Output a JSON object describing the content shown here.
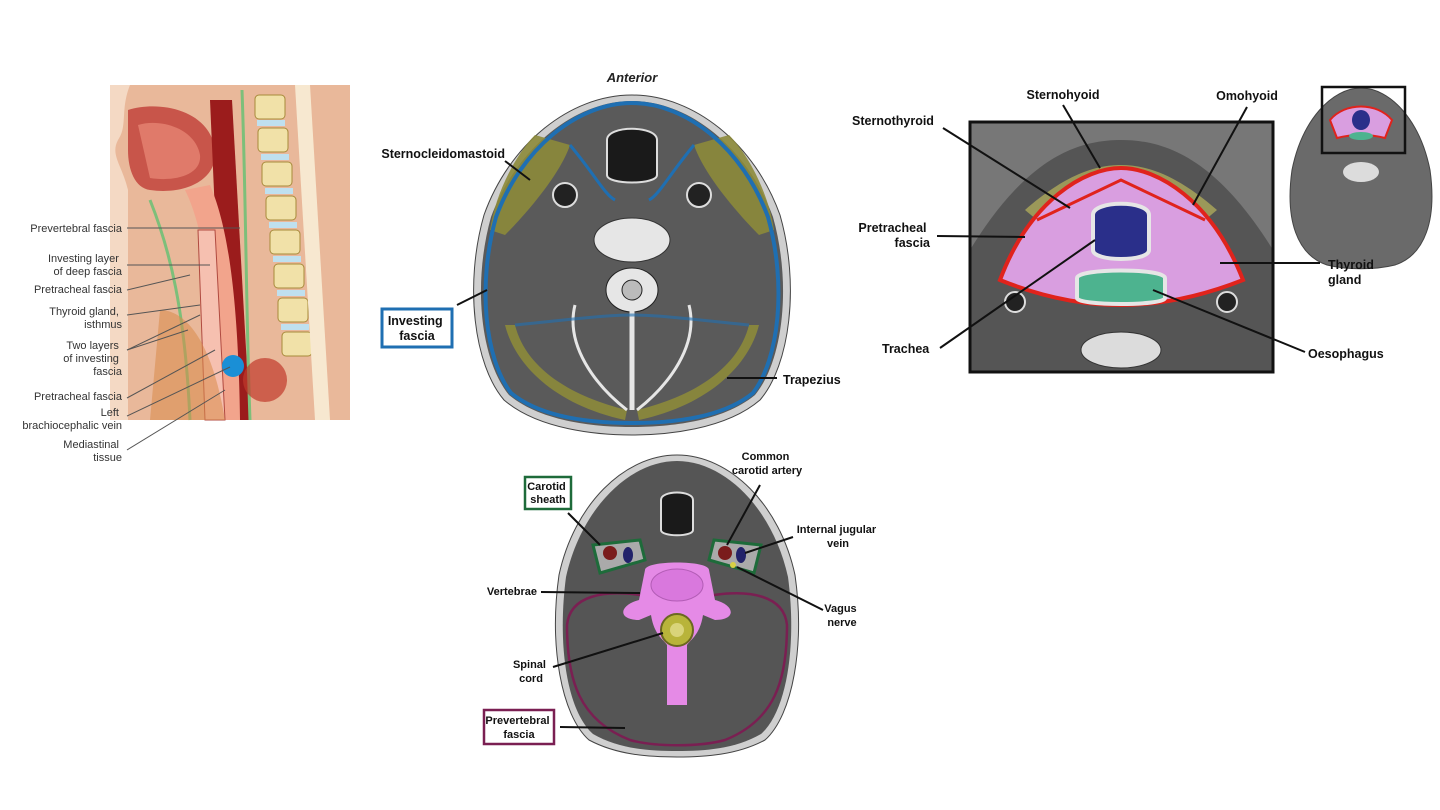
{
  "sagittal": {
    "labels": [
      [
        "Prevertebral fascia"
      ],
      [
        "Investing layer",
        "of deep fascia"
      ],
      [
        "Pretracheal fascia"
      ],
      [
        "Thyroid gland,",
        "isthmus"
      ],
      [
        "Two layers",
        "of investing",
        "fascia"
      ],
      [
        "Pretracheal fascia"
      ],
      [
        "Left",
        "brachiocephalic vein"
      ],
      [
        "Mediastinal",
        "tissue"
      ]
    ]
  },
  "investing": {
    "orientation": "Anterior",
    "scm": "Sternocleidomastoid",
    "box": [
      "Investing",
      "fascia"
    ],
    "trapezius": "Trapezius",
    "colors": {
      "fascia": "#1f6fb2",
      "muscle": "#8c8a3a"
    }
  },
  "prevertebral": {
    "carotid_box": [
      "Carotid",
      "sheath"
    ],
    "common_carotid": [
      "Common",
      "carotid artery"
    ],
    "ijv": [
      "Internal jugular",
      "vein"
    ],
    "vertebrae": "Vertebrae",
    "vagus": [
      "Vagus",
      "nerve"
    ],
    "spinal": [
      "Spinal",
      "cord"
    ],
    "prev_box": [
      "Prevertebral",
      "fascia"
    ],
    "colors": {
      "carotid": "#1e6b3a",
      "prevertebral": "#7a1f52",
      "vertebra": "#e58ae6",
      "cord": "#b8b43a"
    }
  },
  "pretracheal": {
    "sternohyoid": "Sternohyoid",
    "omohyoid": "Omohyoid",
    "sternothyroid": "Sternothyroid",
    "pretracheal": [
      "Pretracheal",
      "fascia"
    ],
    "thyroid": [
      "Thyroid",
      "gland"
    ],
    "trachea": "Trachea",
    "oesophagus": "Oesophagus",
    "colors": {
      "fascia": "#e0231c",
      "thyroid": "#d99ee0",
      "trachea": "#2a2f8a",
      "oesophagus": "#4db38f"
    }
  }
}
